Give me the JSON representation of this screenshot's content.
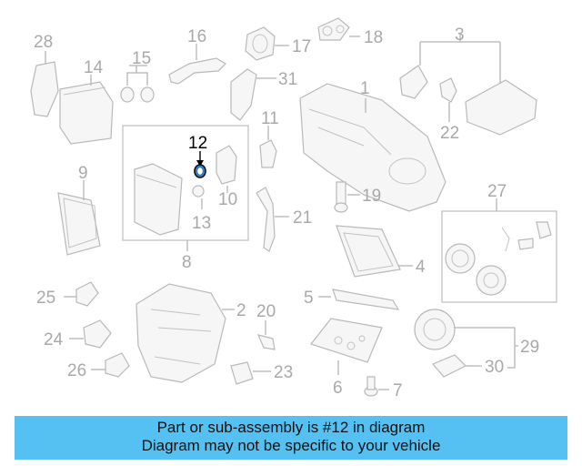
{
  "diagram": {
    "highlighted_part": "12",
    "labels": [
      "1",
      "2",
      "3",
      "4",
      "5",
      "6",
      "7",
      "8",
      "9",
      "10",
      "11",
      "12",
      "13",
      "14",
      "15",
      "16",
      "17",
      "18",
      "19",
      "20",
      "21",
      "22",
      "23",
      "24",
      "25",
      "26",
      "27",
      "28",
      "29",
      "30",
      "31"
    ]
  },
  "footer": {
    "line1": "Part or sub-assembly is #12 in diagram",
    "line2": "Diagram may not be specific to your vehicle",
    "background": "#55c1f2"
  },
  "colors": {
    "highlight": "#2f7fc0",
    "parts": "#b9b9b9"
  }
}
